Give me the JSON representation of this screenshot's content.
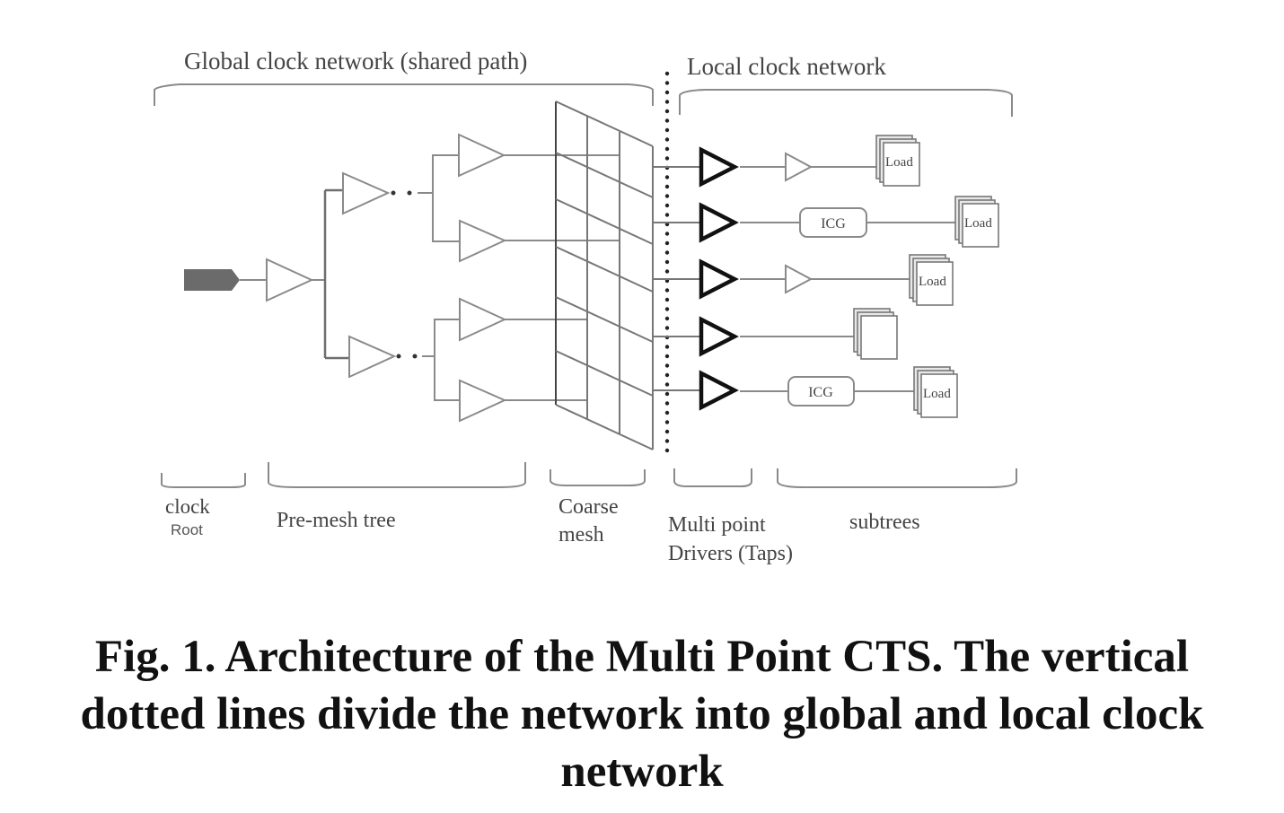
{
  "figure": {
    "header_labels": {
      "global": "Global clock network (shared path)",
      "local": "Local clock network"
    },
    "section_labels": {
      "clock_root_line1": "clock",
      "clock_root_line2": "Root",
      "pre_mesh_tree": "Pre-mesh tree",
      "coarse_mesh_line1": "Coarse",
      "coarse_mesh_line2": "mesh",
      "taps_line1": "Multi point",
      "taps_line2": "Drivers (Taps)",
      "subtrees": "subtrees"
    },
    "components": {
      "icg_label": "ICG",
      "load_label": "Load"
    },
    "subtrees": [
      {
        "element": "buffer",
        "load_label": "Load"
      },
      {
        "element": "ICG",
        "load_label": "Load"
      },
      {
        "element": "buffer",
        "load_label": "Load"
      },
      {
        "element": "none",
        "load_label": ""
      },
      {
        "element": "ICG",
        "load_label": "Load"
      }
    ],
    "colors": {
      "line": "#8a8a8a",
      "dark": "#111111",
      "root": "#6b6b6b"
    }
  },
  "caption": {
    "line1": "Fig. 1. Architecture of the Multi Point CTS. The vertical",
    "line2": "dotted lines divide the network into global and local clock",
    "line3": "network"
  }
}
